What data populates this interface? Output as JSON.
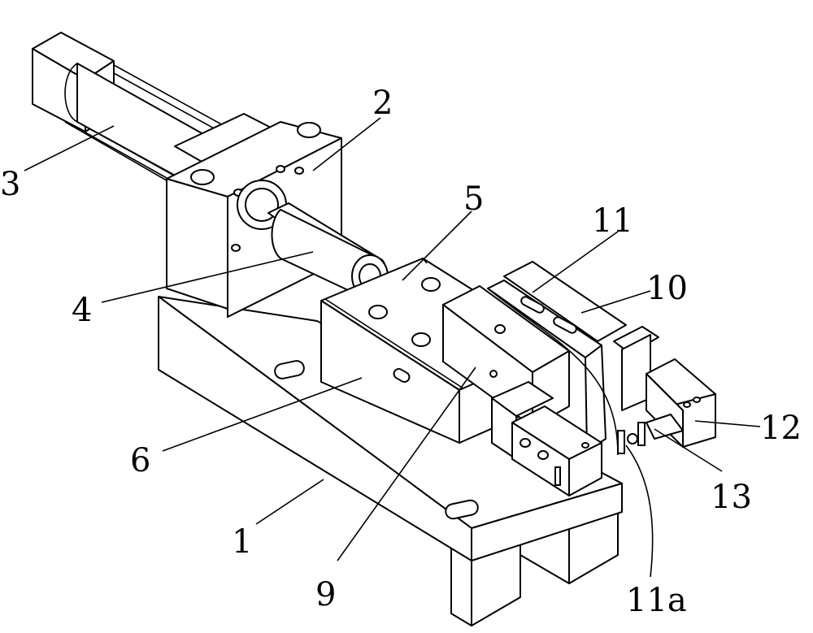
{
  "labels": {
    "l1": "1",
    "l2": "2",
    "l3": "3",
    "l4": "4",
    "l5": "5",
    "l6": "6",
    "l9": "9",
    "l10": "10",
    "l11": "11",
    "l11a": "11a",
    "l12": "12",
    "l13": "13"
  }
}
